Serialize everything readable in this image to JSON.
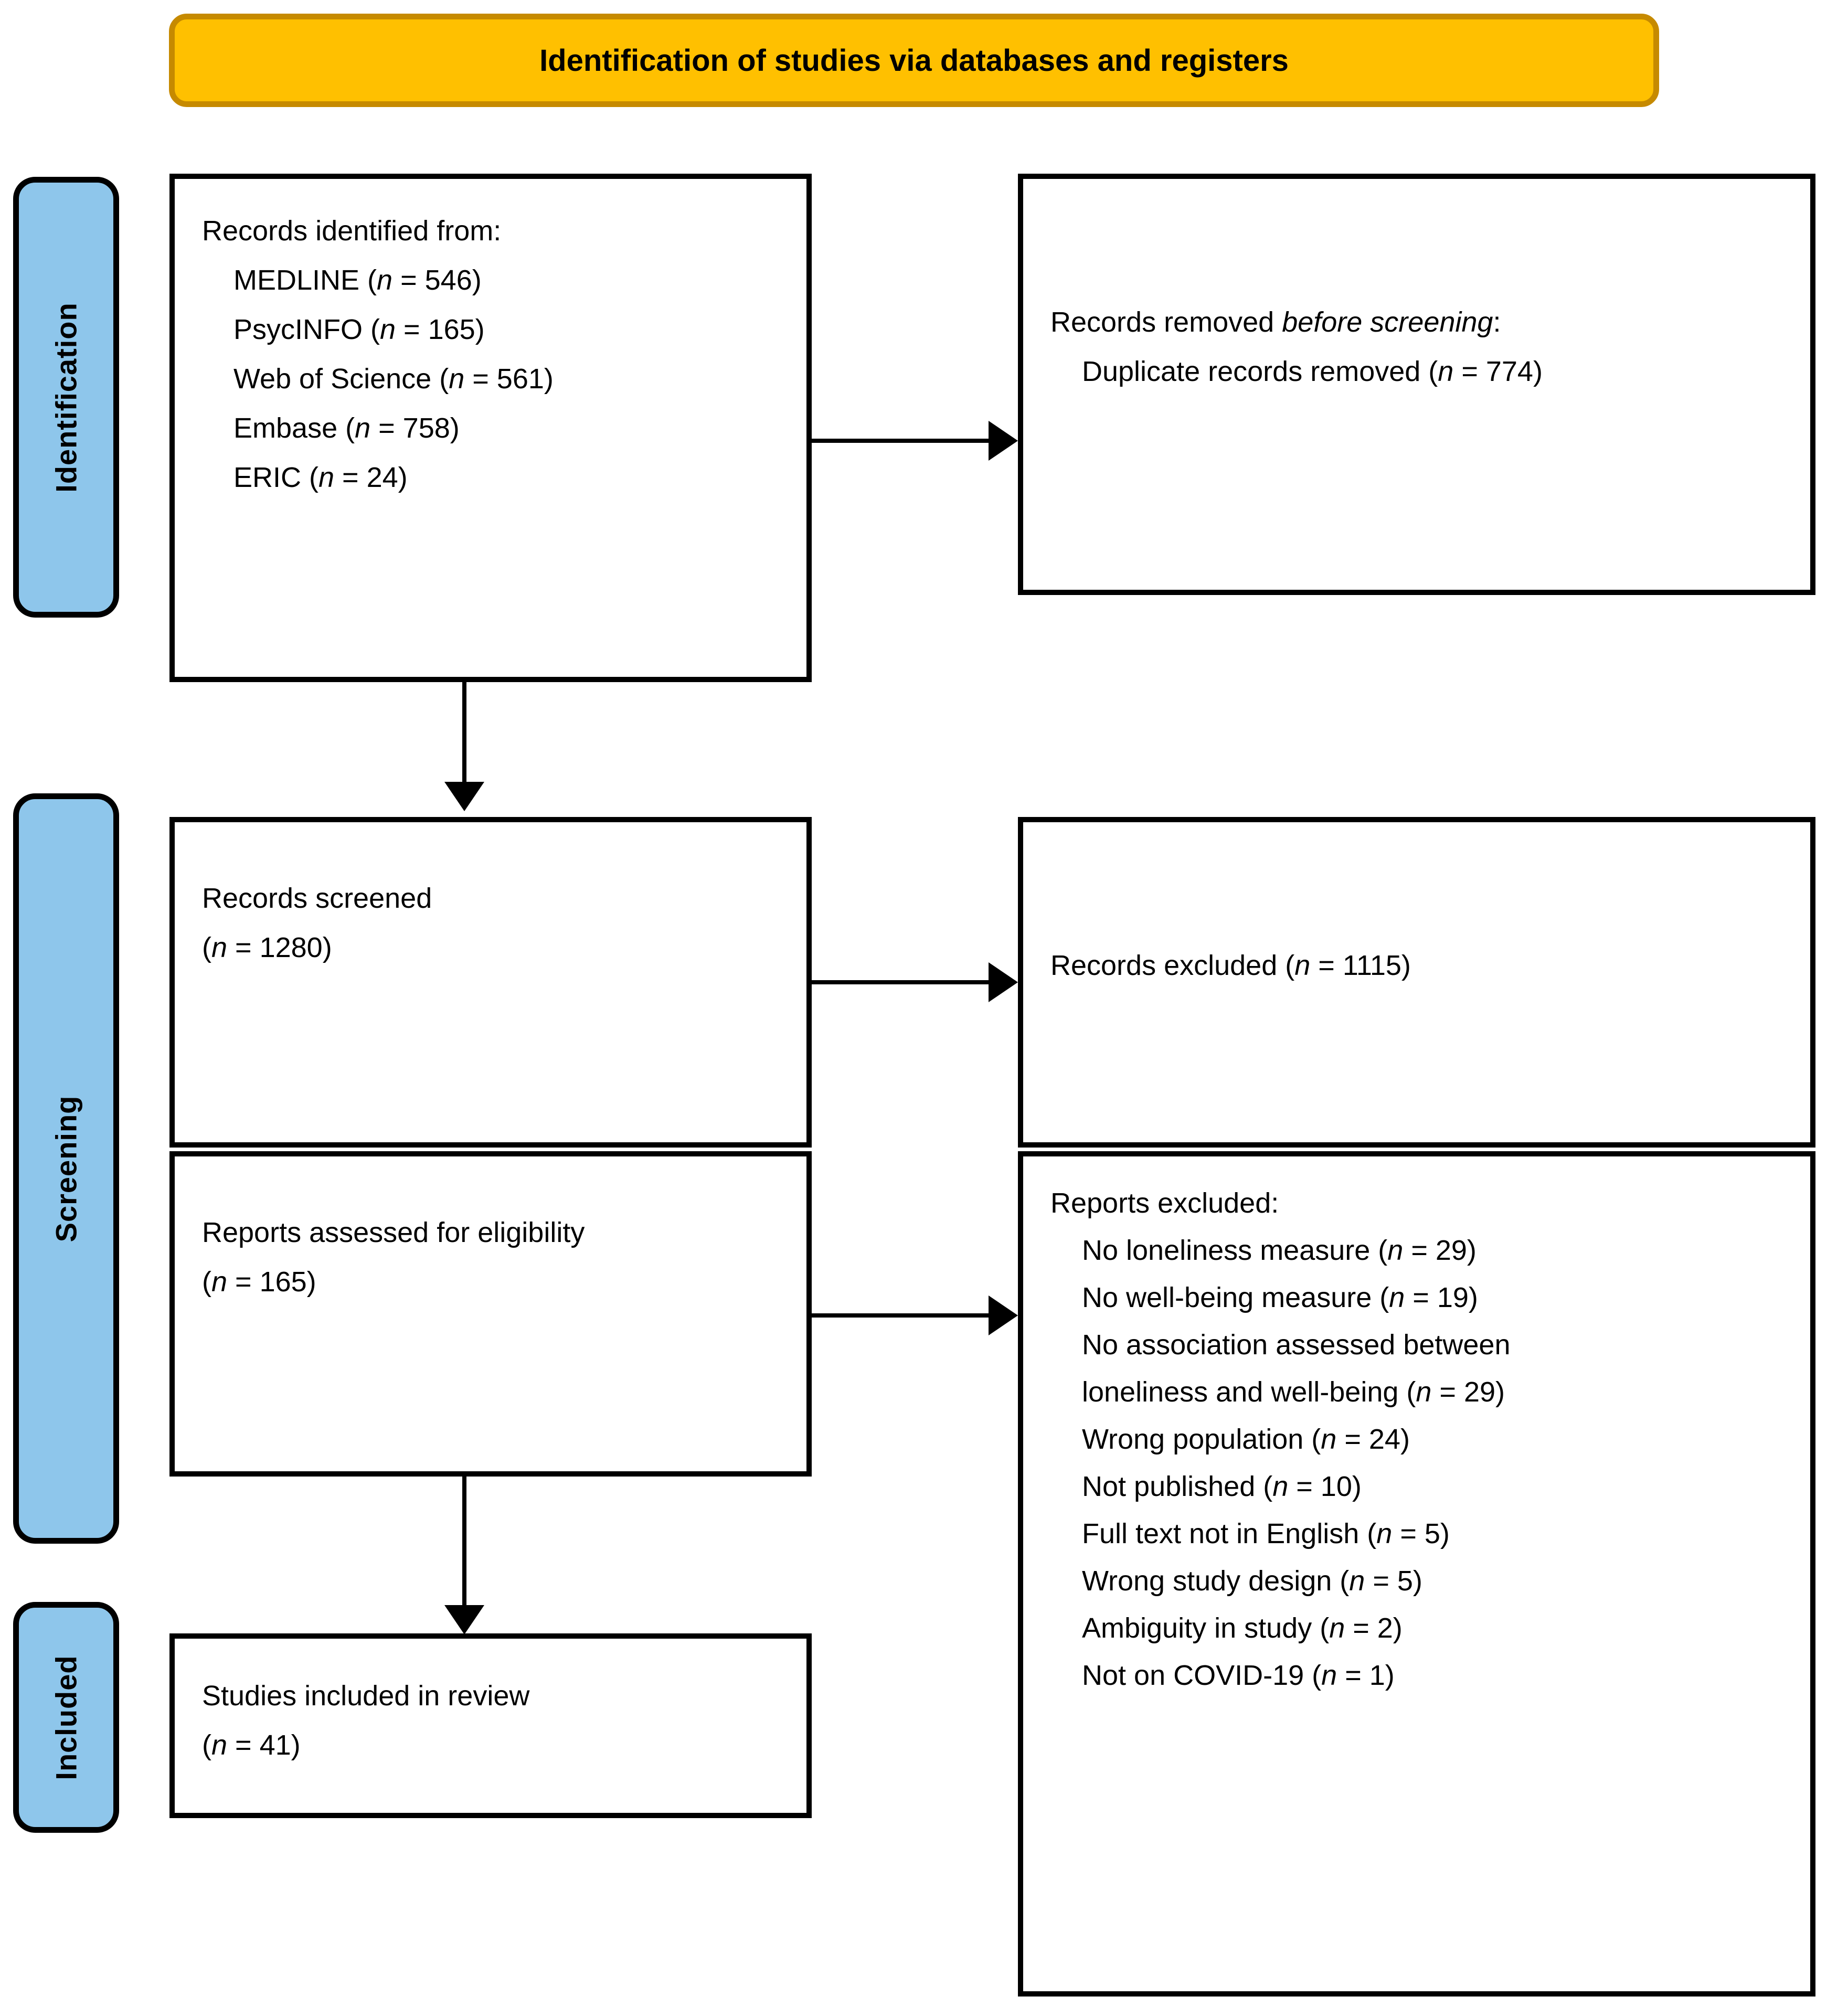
{
  "header": {
    "title": "Identification of studies via databases and registers",
    "fill_color": "#FFC000",
    "border_color": "#C68A00"
  },
  "stages": [
    {
      "key": "identification",
      "label": "Identification",
      "fill_color": "#8EC6EB"
    },
    {
      "key": "screening",
      "label": "Screening",
      "fill_color": "#8EC6EB"
    },
    {
      "key": "included",
      "label": "Included",
      "fill_color": "#8EC6EB"
    }
  ],
  "boxes": {
    "records_identified": {
      "heading": "Records identified from:",
      "sources": [
        {
          "label": "MEDLINE",
          "n": "546",
          "text": "MEDLINE (n = 546)"
        },
        {
          "label": "PsycINFO",
          "n": "165",
          "text": "PsycINFO (n = 165)"
        },
        {
          "label": "Web of Science",
          "n": "561",
          "text": "Web of Science (n = 561)"
        },
        {
          "label": "Embase",
          "n": "758",
          "text": "Embase (n = 758)"
        },
        {
          "label": "ERIC",
          "n": "24",
          "text": "ERIC (n = 24)"
        }
      ]
    },
    "records_removed": {
      "heading_prefix": "Records removed ",
      "heading_italic": "before screening",
      "heading_suffix": ":",
      "items": [
        {
          "label": "Duplicate records removed",
          "n": "774",
          "text": "Duplicate records removed (n = 774)"
        }
      ]
    },
    "records_screened": {
      "heading": "Records screened",
      "n": "1280",
      "count_text": "(n = 1280)"
    },
    "records_excluded": {
      "label": "Records excluded",
      "n": "1115",
      "text": "Records excluded (n = 1115)"
    },
    "reports_assessed": {
      "heading": "Reports assessed for eligibility",
      "n": "165",
      "count_text": "(n = 165)"
    },
    "reports_excluded": {
      "heading": "Reports excluded:",
      "reasons": [
        {
          "label": "No loneliness measure",
          "n": "29"
        },
        {
          "label": "No well-being measure",
          "n": "19"
        },
        {
          "label": "No association assessed between loneliness and well-being",
          "n": "29"
        },
        {
          "label": "Wrong population",
          "n": "24"
        },
        {
          "label": "Not published",
          "n": "10"
        },
        {
          "label": "Full text not in English",
          "n": "5"
        },
        {
          "label": "Wrong study design",
          "n": "5"
        },
        {
          "label": "Ambiguity in study",
          "n": "2"
        },
        {
          "label": "Not on COVID-19",
          "n": "1"
        }
      ]
    },
    "studies_included": {
      "heading": "Studies included in review",
      "n": "41",
      "count_text": "(n = 41)"
    }
  },
  "symbols": {
    "n_symbol": "n",
    "equals": "=",
    "open_paren": "(",
    "close_paren": ")"
  }
}
